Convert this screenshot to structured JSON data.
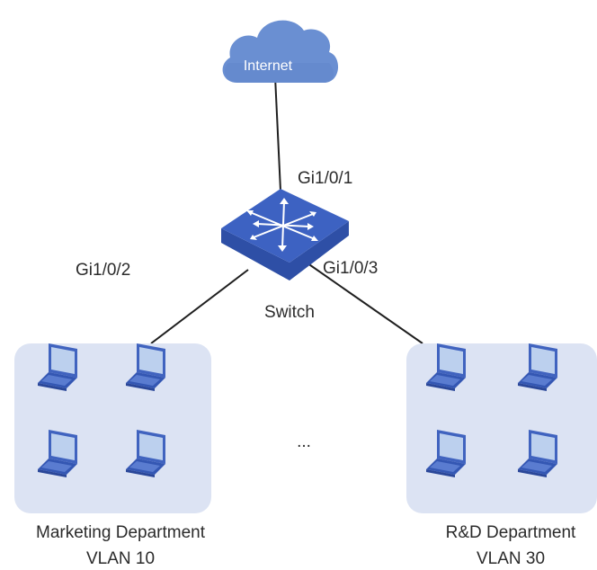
{
  "cloud": {
    "label": "Internet"
  },
  "switch": {
    "label": "Switch"
  },
  "ports": {
    "uplink": "Gi1/0/1",
    "left": "Gi1/0/2",
    "right": "Gi1/0/3"
  },
  "ellipsis": "...",
  "groups": [
    {
      "department": "Marketing Department",
      "vlan": "VLAN 10",
      "laptop_count": 4
    },
    {
      "department": "R&D Department",
      "vlan": "VLAN 30",
      "laptop_count": 4
    }
  ],
  "colors": {
    "cloud": "#6a8fd2",
    "switch_top": "#3d62c2",
    "switch_side": "#2e4fa6",
    "group_bg": "#dce3f3",
    "laptop": "#4063bf",
    "line": "#1f1f1f"
  },
  "icons": {
    "cloud": "cloud-icon",
    "switch": "switch-icon",
    "laptop": "laptop-icon"
  }
}
